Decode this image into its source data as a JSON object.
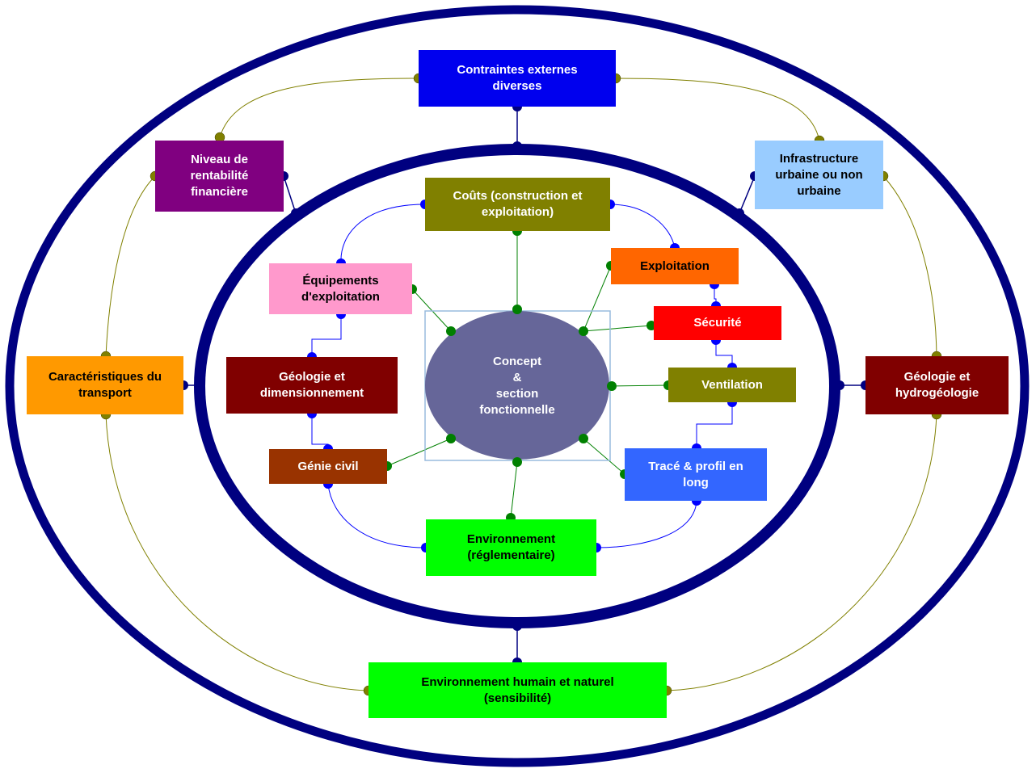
{
  "center": {
    "label": "Concept\n&\nsection\nfonctionnelle"
  },
  "outer_nodes": [
    {
      "id": "contraintes",
      "label": "Contraintes  externes\ndiverses",
      "bg": "#0000ee",
      "fg": "#ffffff"
    },
    {
      "id": "rentabilite",
      "label": "Niveau de\nrentabilité\nfinancière",
      "bg": "#800080",
      "fg": "#ffffff"
    },
    {
      "id": "infrastructure",
      "label": "Infrastructure\nurbaine ou non\nurbaine",
      "bg": "#99ccff",
      "fg": "#000000"
    },
    {
      "id": "transport",
      "label": "Caractéristiques du\ntransport",
      "bg": "#ff9900",
      "fg": "#000000"
    },
    {
      "id": "hydrogeologie",
      "label": "Géologie et\nhydrogéologie",
      "bg": "#800000",
      "fg": "#ffffff"
    },
    {
      "id": "env-humain",
      "label": "Environnement humain et naturel\n(sensibilité)",
      "bg": "#00ff00",
      "fg": "#000000"
    }
  ],
  "inner_nodes": [
    {
      "id": "couts",
      "label": "Coûts (construction et\nexploitation)",
      "bg": "#808000",
      "fg": "#ffffff"
    },
    {
      "id": "exploitation",
      "label": "Exploitation",
      "bg": "#ff6600",
      "fg": "#000000"
    },
    {
      "id": "equipements",
      "label": "Équipements\nd'exploitation",
      "bg": "#ff99cc",
      "fg": "#000000"
    },
    {
      "id": "securite",
      "label": "Sécurité",
      "bg": "#ff0000",
      "fg": "#ffffff"
    },
    {
      "id": "geologie-dim",
      "label": "Géologie et\ndimensionnement",
      "bg": "#800000",
      "fg": "#ffffff"
    },
    {
      "id": "ventilation",
      "label": "Ventilation",
      "bg": "#808000",
      "fg": "#ffffff"
    },
    {
      "id": "genie-civil",
      "label": "Génie civil",
      "bg": "#993300",
      "fg": "#ffffff"
    },
    {
      "id": "trace",
      "label": "Tracé & profil en\nlong",
      "bg": "#3366ff",
      "fg": "#ffffff"
    },
    {
      "id": "env-reg",
      "label": "Environnement\n(réglementaire)",
      "bg": "#00ff00",
      "fg": "#000000"
    }
  ],
  "colors": {
    "ring": "#000080",
    "center_fill": "#666699",
    "inner_link": "#0000ff",
    "spoke_link": "#008000",
    "outer_link": "#808000"
  }
}
